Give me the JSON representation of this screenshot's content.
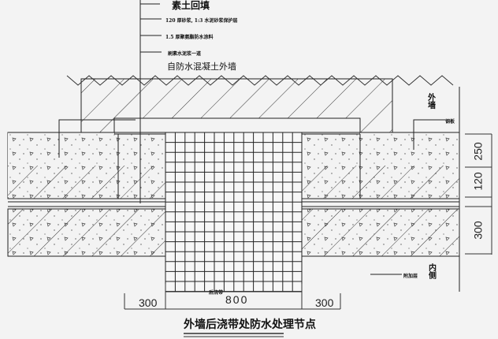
{
  "callouts": [
    "素土回填",
    "120 厚砂浆, 1:3 水泥砂浆保护层",
    "1.5 厚聚氨酯防水涂料",
    "刷素水泥浆一道",
    "自防水混凝土外墙"
  ],
  "right_labels": {
    "top": "外墙",
    "band": "附加层",
    "bottom": "内侧",
    "leader": "钢板"
  },
  "grid_label": "后浇带",
  "dimensions": {
    "right": [
      "250",
      "120",
      "300"
    ],
    "bottom": [
      "300",
      "800",
      "300"
    ]
  },
  "title": "外墙后浇带处防水处理节点"
}
